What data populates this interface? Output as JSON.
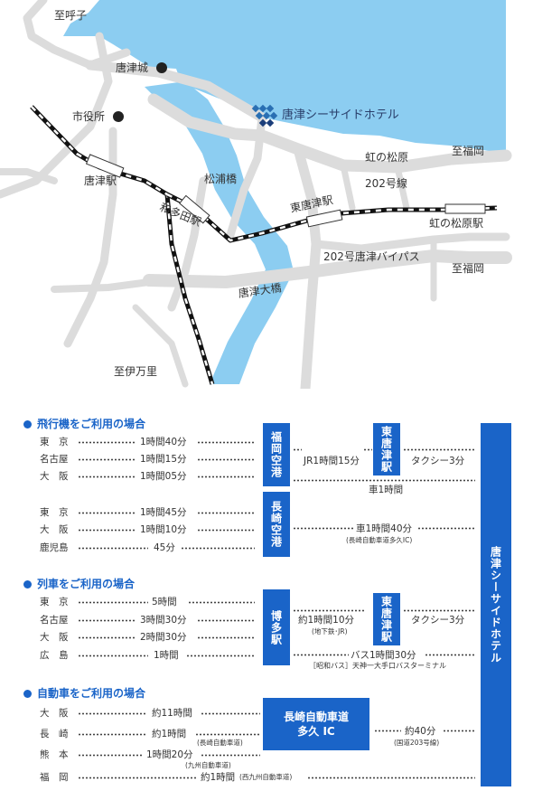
{
  "map": {
    "labels": {
      "yobuko": "至呼子",
      "karatsu_castle": "唐津城",
      "city_hall": "市役所",
      "hotel": "唐津シーサイドホテル",
      "niji_road": "虹の松原",
      "to_fukuoka_1": "至福岡",
      "route202": "202号線",
      "karatsu_station": "唐津駅",
      "matsura_bridge": "松浦橋",
      "watada_station": "和多田駅",
      "higashi_karatsu_station": "東唐津駅",
      "niji_station": "虹の松原駅",
      "bypass": "202号唐津バイパス",
      "to_fukuoka_2": "至福岡",
      "karatsu_ohashi": "唐津大橋",
      "imari": "至伊万里"
    }
  },
  "colors": {
    "sea": "#8ccdf1",
    "road": "#dcdcdc",
    "accent": "#1a64c8"
  },
  "access": {
    "plane": {
      "title": "飛行機をご利用の場合",
      "fukuoka_rows": [
        {
          "origin": "東　京",
          "time": "1時間40分"
        },
        {
          "origin": "名古屋",
          "time": "1時間15分"
        },
        {
          "origin": "大　阪",
          "time": "1時間05分"
        }
      ],
      "nagasaki_rows": [
        {
          "origin": "東　京",
          "time": "1時間45分"
        },
        {
          "origin": "大　阪",
          "time": "1時間10分"
        },
        {
          "origin": "鹿児島",
          "time": "45分"
        }
      ],
      "fukuoka_airport": "福岡空港",
      "nagasaki_airport": "長崎空港",
      "jr_time": "JR1時間15分",
      "taxi1": "タクシー3分",
      "car1": "車1時間",
      "car2": "車1時間40分",
      "car2_note": "(長崎自動車道多久IC)"
    },
    "train": {
      "title": "列車をご利用の場合",
      "rows": [
        {
          "origin": "東　京",
          "time": "5時間"
        },
        {
          "origin": "名古屋",
          "time": "3時間30分"
        },
        {
          "origin": "大　阪",
          "time": "2時間30分"
        },
        {
          "origin": "広　島",
          "time": "1時間"
        }
      ],
      "hakata": "博多駅",
      "subway_time": "約1時間10分",
      "subway_note": "(地下鉄･JR)",
      "taxi2": "タクシー3分",
      "bus_time": "バス1時間30分",
      "bus_note": "［昭和バス］天神一大手口バスターミナル"
    },
    "car": {
      "title": "自動車をご利用の場合",
      "osaka": {
        "origin": "大　阪",
        "time": "約11時間"
      },
      "nagasaki": {
        "origin": "長　崎",
        "time": "約1時間",
        "note": "(長崎自動車道)"
      },
      "kumamoto": {
        "origin": "熊　本",
        "time": "1時間20分",
        "note": "(九州自動車道)"
      },
      "fukuoka": {
        "origin": "福　岡",
        "time": "約1時間",
        "note": "(西九州自動車道)"
      },
      "ic_box": "長崎自動車道\n多久 IC",
      "ic_time": "約40分",
      "ic_note": "(国道203号線)"
    },
    "higashi_karatsu": "東唐津駅",
    "hotel": "唐津シーサイドホテル"
  }
}
